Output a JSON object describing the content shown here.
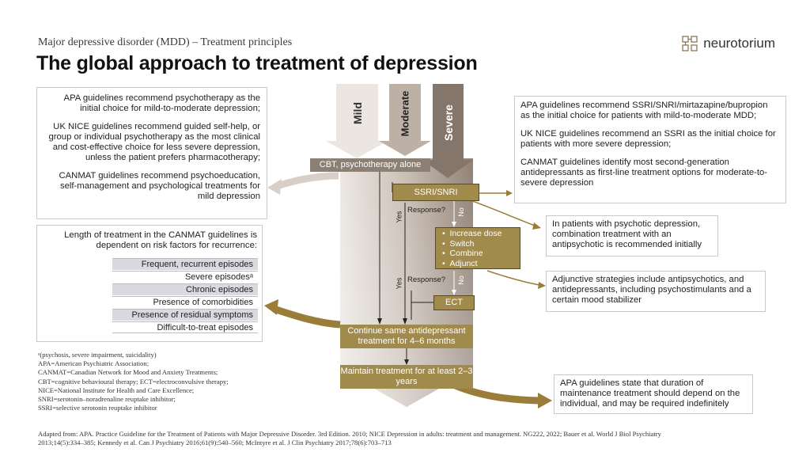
{
  "header": {
    "subtitle": "Major depressive disorder (MDD) – Treatment principles",
    "title": "The global approach to treatment of depression",
    "logo_text": "neurotorium",
    "logo_icon": "neurotorium-logo-icon"
  },
  "left_top_box": {
    "p1": "APA guidelines recommend psychotherapy as the initial choice for mild-to-moderate depression;",
    "p2": "UK NICE guidelines recommend guided self-help, or group or individual psychotherapy as the most clinical and cost-effective choice for less severe depression, unless the patient prefers pharmacotherapy;",
    "p3": "CANMAT guidelines recommend psychoeducation, self-management and psychological treatments for mild depression"
  },
  "risk_box": {
    "heading": "Length of treatment in the CANMAT guidelines is dependent on risk factors for recurrence:",
    "items": [
      "Frequent, recurrent episodes",
      "Severe episodesᵃ",
      "Chronic episodes",
      "Presence of comorbidities",
      "Presence of residual symptoms",
      "Difficult-to-treat episodes"
    ]
  },
  "severity_arrows": {
    "mild": "Mild",
    "moderate": "Moderate",
    "severe": "Severe"
  },
  "flow": {
    "cbt": "CBT, psychotherapy alone",
    "ssri": "SSRI/SNRI",
    "response1": "Response?",
    "response2": "Response?",
    "yes1": "Yes",
    "no1": "No",
    "yes2": "Yes",
    "no2": "No",
    "options": [
      "Increase dose",
      "Switch",
      "Combine",
      "Adjunct"
    ],
    "ect": "ECT",
    "continue": "Continue same antidepressant treatment for 4–6 months",
    "maintain": "Maintain treatment for at least 2–3 years"
  },
  "right_top_box": {
    "p1": "APA guidelines recommend SSRI/SNRI/mirtazapine/bupropion as the initial choice for patients with mild-to-moderate MDD;",
    "p2": "UK NICE guidelines recommend an SSRI as the initial choice for patients with more severe depression;",
    "p3": "CANMAT guidelines identify most second-generation antidepressants as first-line treatment options for moderate-to-severe depression"
  },
  "psychotic_box": "In patients with psychotic depression, combination treatment with an antipsychotic is recommended initially",
  "adjunctive_box": "Adjunctive strategies include antipsychotics, and antidepressants, including psychostimulants and a certain mood stabilizer",
  "apa_duration_box": "APA guidelines state that duration of maintenance treatment should depend on the individual, and may be required indefinitely",
  "footnotes": [
    "ᵃ(psychosis, severe impairment, suicidality)",
    "APA=American Psychiatric Association;",
    "CANMAT=Canadian Network for Mood and Anxiety Treatments;",
    "CBT=cognitive behavioural therapy; ECT=electroconvulsive therapy;",
    "NICE=National Institute for Health and Care Excellence;",
    "SNRI=serotonin–noradrenaline reuptake inhibitor;",
    "SSRI=selective serotonin reuptake inhibitor"
  ],
  "reference": "Adapted from: APA. Practice Guideline for the Treatment of Patients with Major Depressive Disorder. 3rd Edition. 2010; NICE Depression in adults: treatment and management. NG222, 2022; Bauer et al. World J Biol Psychiatry 2013;14(5):334–385; Kennedy et al. Can J Psychiatry 2016;61(9):540–560; McIntyre et al. J Clin Psychiatry 2017;78(6):703–713",
  "colors": {
    "tan": "#a08a4c",
    "mild_arrow": "#ebe6e1",
    "moderate_arrow": "#bdb1a6",
    "severe_arrow": "#85766b"
  }
}
